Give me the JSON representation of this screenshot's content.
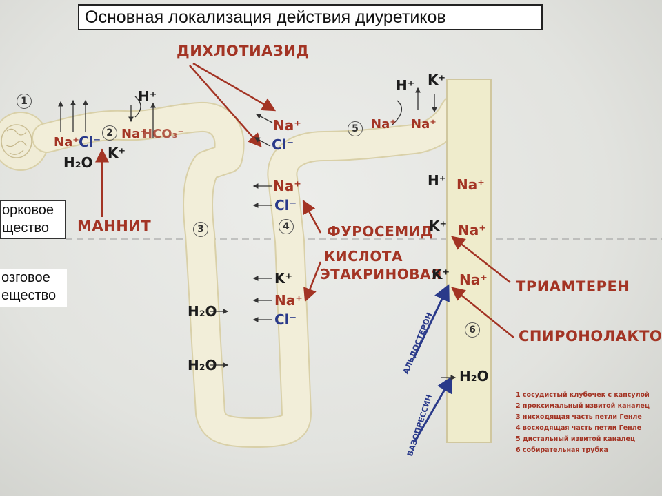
{
  "title": "Основная локализация действия диуретиков",
  "zones": {
    "cortex": [
      "орковое",
      "щество"
    ],
    "medulla": [
      "озговое",
      "ещество"
    ]
  },
  "drugs": {
    "dichlothiazide": "ДИХЛОТИАЗИД",
    "mannitol": "МАННИТ",
    "furosemide": "ФУРОСЕМИД",
    "ethacrynic_1": "КИСЛОТА",
    "ethacrynic_2": "ЭТАКРИНОВАЯ",
    "triamterene": "ТРИАМТЕРЕН",
    "spironolactone": "СПИРОНОЛАКТОН",
    "aldosterone": "АЛЬДОСТЕРОН",
    "vasopressin": "ВАЗОПРЕССИН"
  },
  "segments": [
    "1",
    "2",
    "3",
    "4",
    "5",
    "6"
  ],
  "ions": {
    "na": "Na⁺",
    "cl": "Cl⁻",
    "k": "K⁺",
    "h": "H⁺",
    "h2o": "H₂O",
    "hco3": "HCO₃⁻"
  },
  "legend": [
    "1  сосудистый клубочек с капсулой",
    "2  проксимальный извитой каналец",
    "3  нисходящая часть петли Генле",
    "4  восходящая часть петли Генле",
    "5  дистальный извитой каналец",
    "6  собирательная трубка"
  ],
  "colors": {
    "drug": "#a33424",
    "hormone": "#2a3a8a",
    "tubule": "#f0ecd6",
    "tubule_edge": "#d9d0a8"
  }
}
